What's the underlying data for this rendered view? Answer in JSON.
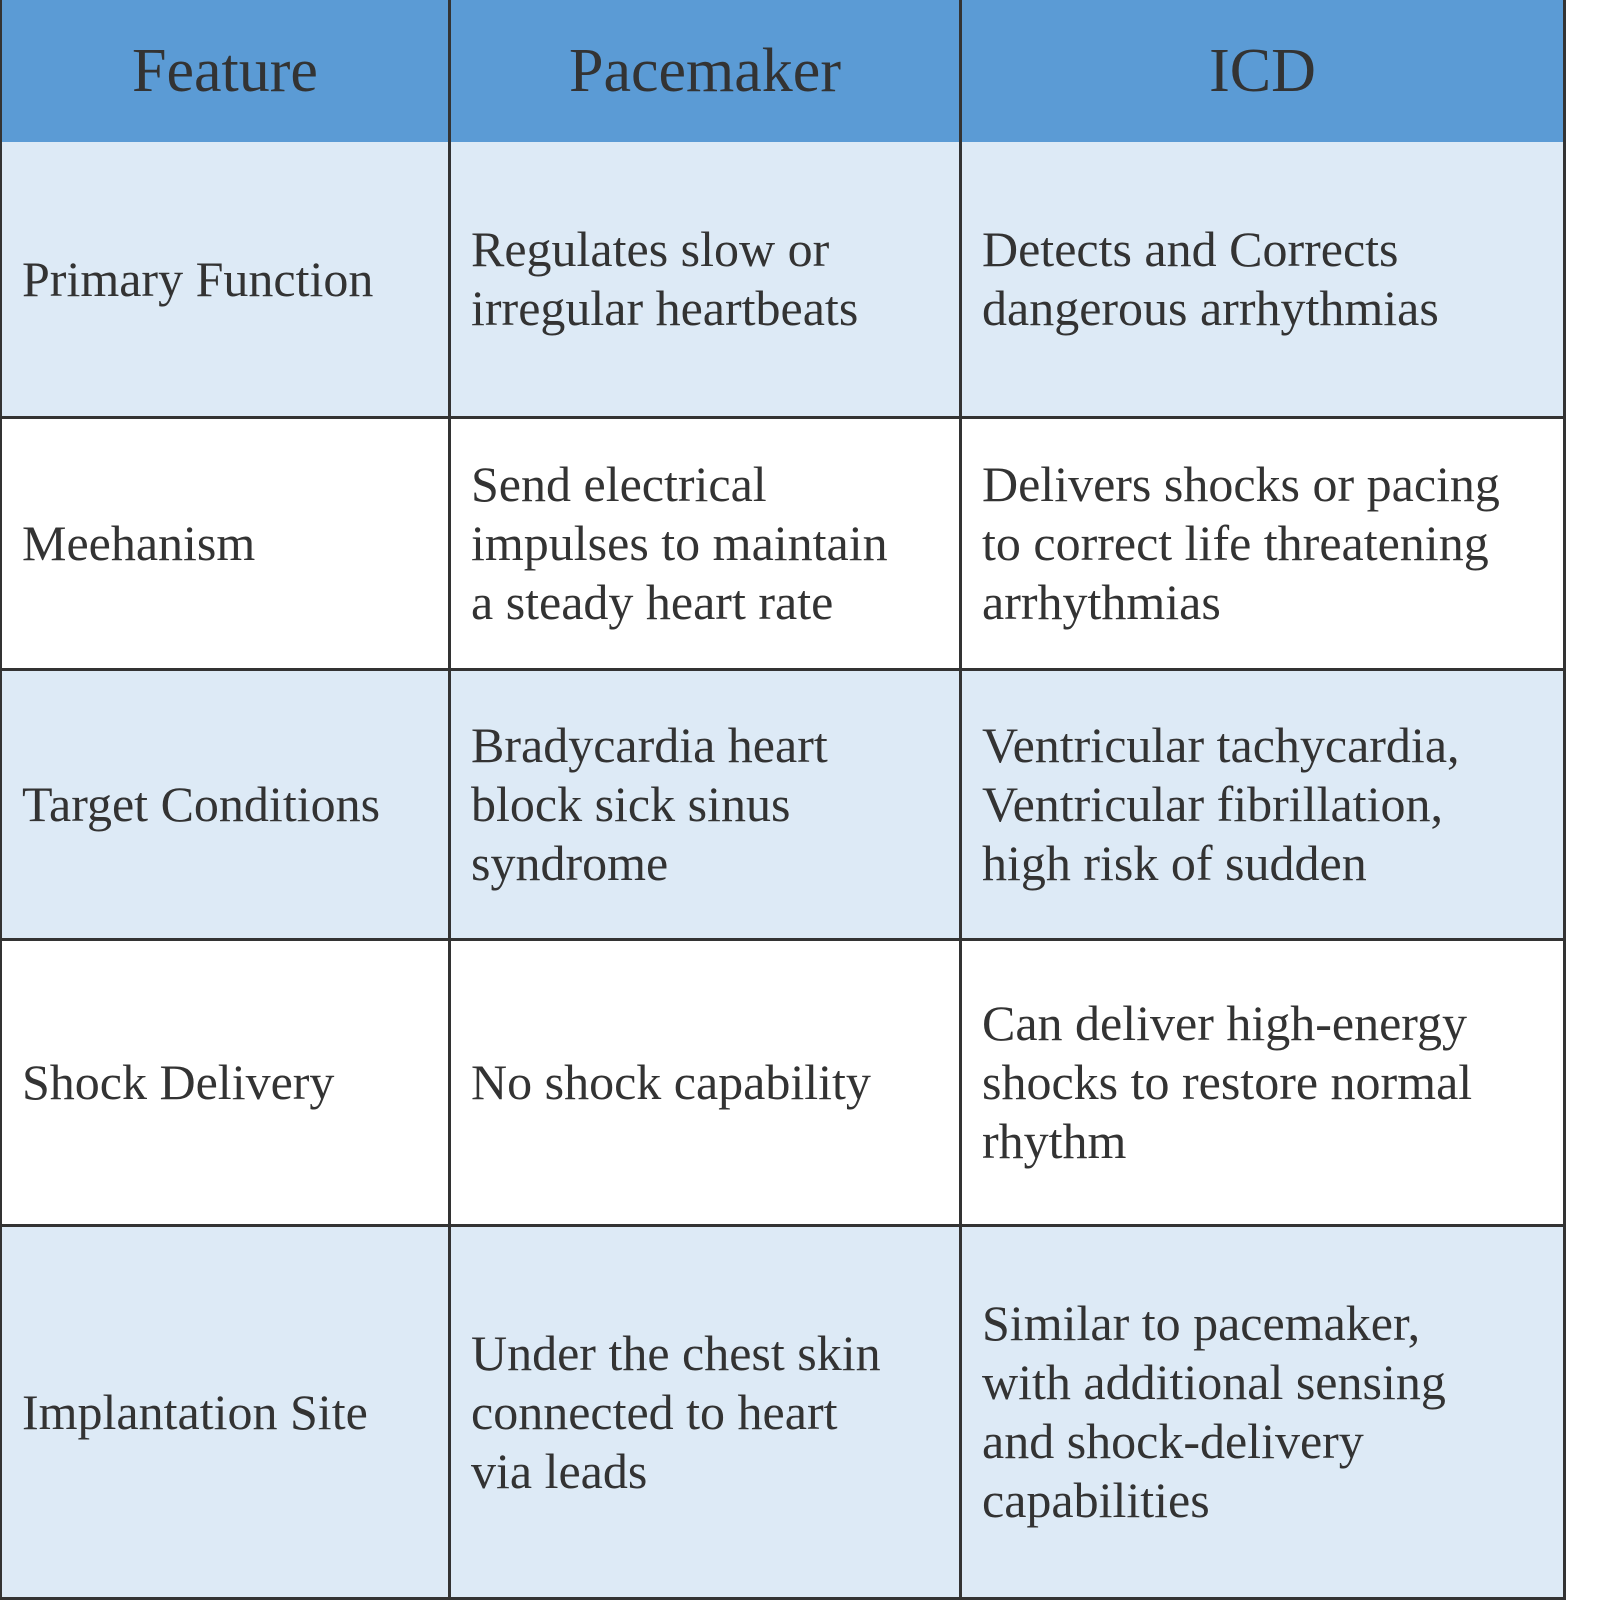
{
  "colors": {
    "header": "#5b9bd5",
    "shaded_row": "#ddeaf6",
    "border": "#333333"
  },
  "headers": [
    "Feature",
    "Pacemaker",
    "ICD"
  ],
  "rows": [
    {
      "feature": [
        "Primary Function"
      ],
      "pacemaker": [
        "Regulates slow or",
        "irregular heartbeats"
      ],
      "icd": [
        "Detects and Corrects",
        "dangerous arrhythmias"
      ]
    },
    {
      "feature": [
        "Meehanism"
      ],
      "pacemaker": [
        "Send electrical",
        "impulses to maintain",
        "a steady heart rate"
      ],
      "icd": [
        "Delivers shocks or pacing",
        "to correct life threatening",
        "arrhythmias"
      ]
    },
    {
      "feature": [
        "Target Conditions"
      ],
      "pacemaker": [
        "Bradycardia heart",
        "block sick sinus",
        "syndrome"
      ],
      "icd": [
        "Ventricular tachycardia,",
        "Ventricular fibrillation,",
        "high risk of sudden"
      ]
    },
    {
      "feature": [
        "Shock Delivery"
      ],
      "pacemaker": [
        "No shock capability"
      ],
      "icd": [
        "Can deliver high-energy",
        "shocks to restore normal",
        "rhythm"
      ]
    },
    {
      "feature": [
        "Implantation Site"
      ],
      "pacemaker": [
        "Under the chest skin",
        "connected to heart",
        "via leads"
      ],
      "icd": [
        "Similar to pacemaker,",
        "with additional sensing",
        "and shock-delivery",
        "capabilities"
      ]
    }
  ]
}
